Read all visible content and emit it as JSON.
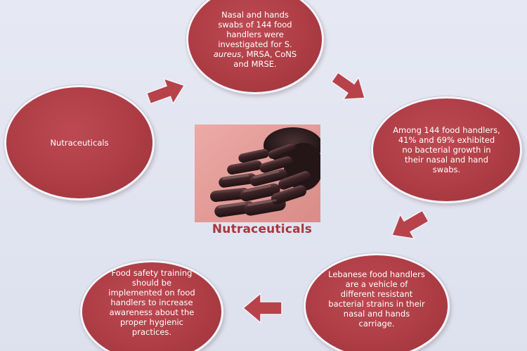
{
  "diagram": {
    "top_circle": {
      "line1": "Nasal and hands swabs of 144 food handlers were investigated for S.",
      "italic": "aureus",
      "line2": ", MRSA, CoNS and MRSE."
    },
    "right_circle": "Among 144 food handlers, 41% and 69% exhibited no bacterial growth in their nasal and hand swabs.",
    "bottom_right_circle": "Lebanese food handlers are a vehicle of different resistant bacterial strains in their nasal and hands carriage.",
    "bottom_left_circle": "Food safety training should be implemented on food handlers to increase awareness about the proper hygienic practices.",
    "left_circle": "Nutraceuticals",
    "center_caption": "Nutraceuticals",
    "center_image": "capsules-photo"
  },
  "colors": {
    "circle_fill": "#ae3d45",
    "arrow_fill": "#b8424a",
    "caption_text": "#a7363f",
    "background": "#e3e6f0"
  }
}
